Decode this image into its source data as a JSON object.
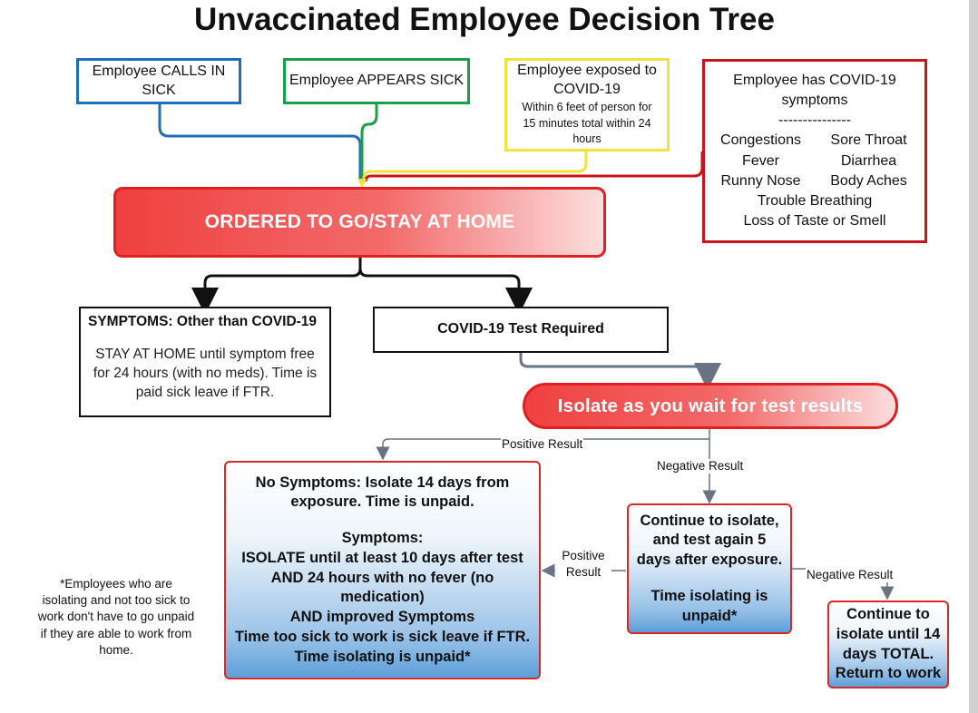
{
  "title": "Unvaccinated Employee Decision Tree",
  "triggers": {
    "calls_in_sick": "Employee CALLS IN SICK",
    "appears_sick": "Employee APPEARS SICK",
    "exposed_title": "Employee exposed to COVID-19",
    "exposed_detail": "Within 6 feet of person for 15 minutes total within 24 hours",
    "symptoms_title": "Employee has COVID-19 symptoms",
    "symptoms_divider": "---------------",
    "symptoms_list": [
      "Congestions",
      "Sore Throat",
      "Fever",
      "Diarrhea",
      "Runny Nose",
      "Body Aches",
      "Trouble Breathing",
      "Loss of Taste or Smell"
    ]
  },
  "ordered_home": "ORDERED TO GO/STAY AT HOME",
  "other_symptoms": {
    "heading": "SYMPTOMS:  Other than COVID-19",
    "body": "STAY AT HOME until symptom free for 24 hours (with no meds).  Time is paid sick leave if FTR."
  },
  "test_required": "COVID-19 Test Required",
  "isolate_wait": "Isolate as you wait for test results",
  "labels": {
    "positive_result": "Positive Result",
    "negative_result": "Negative Result",
    "positive_result_2": "Positive Result",
    "negative_result_2": "Negative Result"
  },
  "positive_box": {
    "line1": "No Symptoms:  Isolate 14 days from exposure.  Time is unpaid.",
    "line2": "Symptoms:",
    "line3": "ISOLATE until at least 10 days after test AND 24 hours with no fever (no medication)",
    "line4": "AND improved Symptoms",
    "line5": "Time too sick to work is sick leave if FTR.",
    "line6": "Time isolating is unpaid*"
  },
  "negative_box": {
    "line1": "Continue to isolate, and test again 5 days after exposure.",
    "line2": "Time isolating is unpaid*"
  },
  "final_box": "Continue to isolate until 14 days TOTAL. Return to work",
  "footnote": "*Employees who are isolating and not too sick to work don't have to go unpaid if they are able to work from home.",
  "colors": {
    "blue": "#1f6fb5",
    "green": "#1aa04a",
    "yellow": "#f2e33a",
    "red": "#c8141e",
    "connector": "#6a7384"
  }
}
